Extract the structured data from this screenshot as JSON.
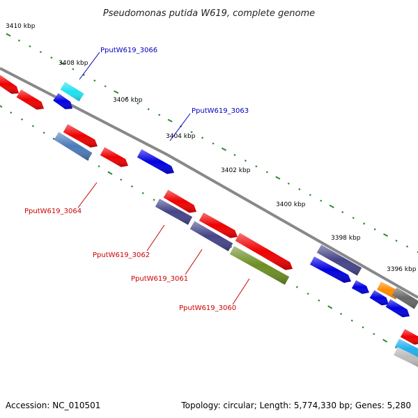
{
  "title": "Pseudomonas putida W619, complete genome",
  "footer": {
    "accession": "Accession: NC_010501",
    "summary": "Topology: circular; Length: 5,774,330 bp; Genes: 5,280"
  },
  "colors": {
    "backbone": "#888888",
    "tick": "#2a8a2a",
    "forward_label": "#0000bb",
    "reverse_label": "#cc0000"
  },
  "ticks": [
    {
      "kbp": 3410,
      "label": "3410 kbp"
    },
    {
      "kbp": 3408,
      "label": "3408 kbp"
    },
    {
      "kbp": 3406,
      "label": "3406 kbp"
    },
    {
      "kbp": 3404,
      "label": "3404 kbp"
    },
    {
      "kbp": 3402,
      "label": "3402 kbp"
    },
    {
      "kbp": 3400,
      "label": "3400 kbp"
    },
    {
      "kbp": 3398,
      "label": "3398 kbp"
    },
    {
      "kbp": 3396,
      "label": "3396 kbp"
    }
  ],
  "gene_labels": [
    {
      "name": "PputW619_3066",
      "strand": "forward"
    },
    {
      "name": "PputW619_3063",
      "strand": "forward"
    },
    {
      "name": "PputW619_3064",
      "strand": "reverse"
    },
    {
      "name": "PputW619_3062",
      "strand": "reverse"
    },
    {
      "name": "PputW619_3061",
      "strand": "reverse"
    },
    {
      "name": "PputW619_3060",
      "strand": "reverse"
    }
  ]
}
